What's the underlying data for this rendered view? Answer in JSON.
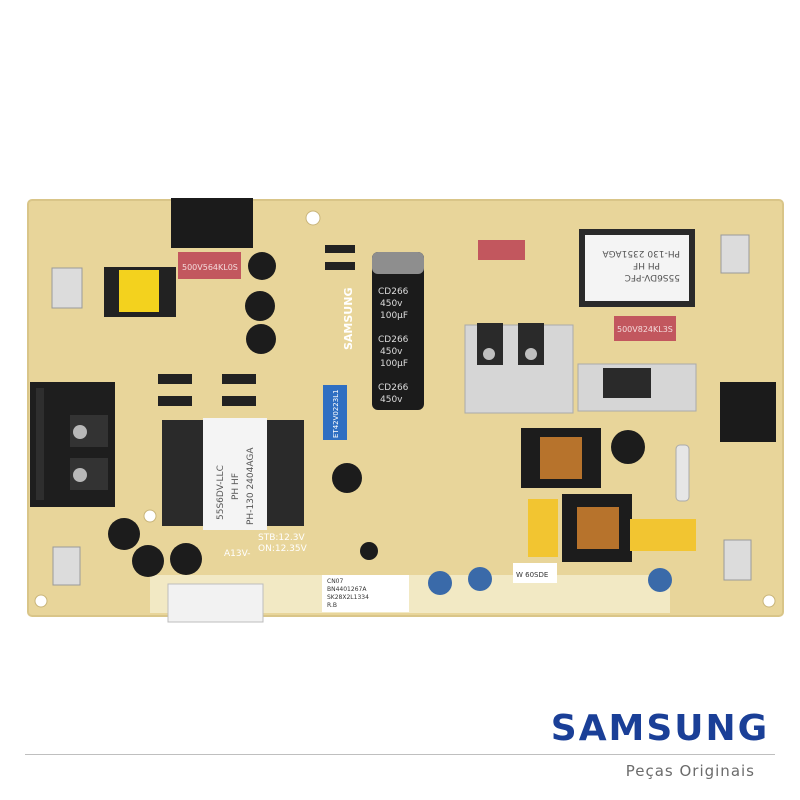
{
  "footer": {
    "brand": "SAMSUNG",
    "tagline": "Peças Originais"
  },
  "board_labels": {
    "transformer_main_line1": "55S6DV-LLC",
    "transformer_main_line2": "PH  HF",
    "transformer_main_line3": "PH-130  2404AGA",
    "transformer_pfc_line1": "55S6DV-PFC",
    "transformer_pfc_line2": "PH  HF",
    "transformer_pfc_line3": "PH-130  2351AGA",
    "cap_line1": "CD266",
    "cap_line2": "450v",
    "cap_line3": "100µF",
    "cap_line4": "CD266",
    "cap_line5": "450v",
    "cap_line6": "100µF",
    "cap_line7": "CD266",
    "cap_line8": "450v",
    "board_brand": "SAMSUNG",
    "stb_label": "STB:12.3V",
    "on_label": "ON:12.35V",
    "a13_label": "A13V-",
    "sticker_line1": "CN07",
    "sticker_line2": "BN4401267A",
    "sticker_line3": "SK28X2L1334",
    "sticker_line4": "R.B",
    "relay_code_1": "500V564KL0S",
    "relay_code_2": "500V824KL3S",
    "cap_blue_code": "ET42V0223L1",
    "small_tag": "W 60SDE"
  },
  "colors": {
    "brand": "#1a3f97",
    "tagline": "#6b6b6b",
    "pcb": "#e8d59a",
    "pcb_edge": "#f2e9c4"
  }
}
